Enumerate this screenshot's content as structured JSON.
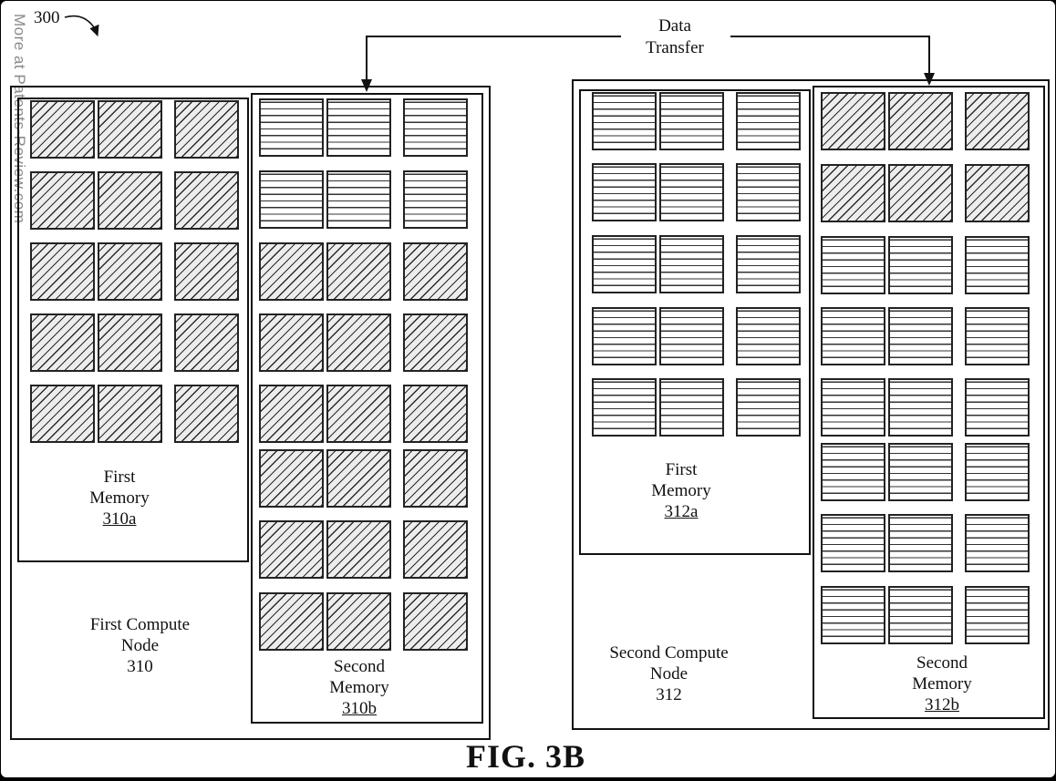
{
  "figure": {
    "reference": "300",
    "caption": "FIG. 3B",
    "watermark": "More at Patents-Review.com"
  },
  "data_transfer": {
    "line1": "Data",
    "line2": "Transfer"
  },
  "node_310": {
    "label_line1": "First Compute",
    "label_line2": "Node",
    "number": "310",
    "first_memory": {
      "line1": "First",
      "line2": "Memory",
      "number": "310a",
      "pattern": "hatch"
    },
    "second_memory": {
      "line1": "Second",
      "line2": "Memory",
      "number": "310b",
      "row_patterns": [
        "lines",
        "lines",
        "hatch",
        "hatch",
        "hatch",
        "hatch",
        "hatch",
        "hatch"
      ]
    }
  },
  "node_312": {
    "label_line1": "Second Compute",
    "label_line2": "Node",
    "number": "312",
    "first_memory": {
      "line1": "First",
      "line2": "Memory",
      "number": "312a",
      "pattern": "lines"
    },
    "second_memory": {
      "line1": "Second",
      "line2": "Memory",
      "number": "312b",
      "row_patterns": [
        "hatch",
        "hatch",
        "lines",
        "lines",
        "lines",
        "lines",
        "lines",
        "lines"
      ]
    }
  },
  "colors": {
    "stroke": "#111111",
    "watermark": "#8a8a8a",
    "border": "#000000"
  }
}
